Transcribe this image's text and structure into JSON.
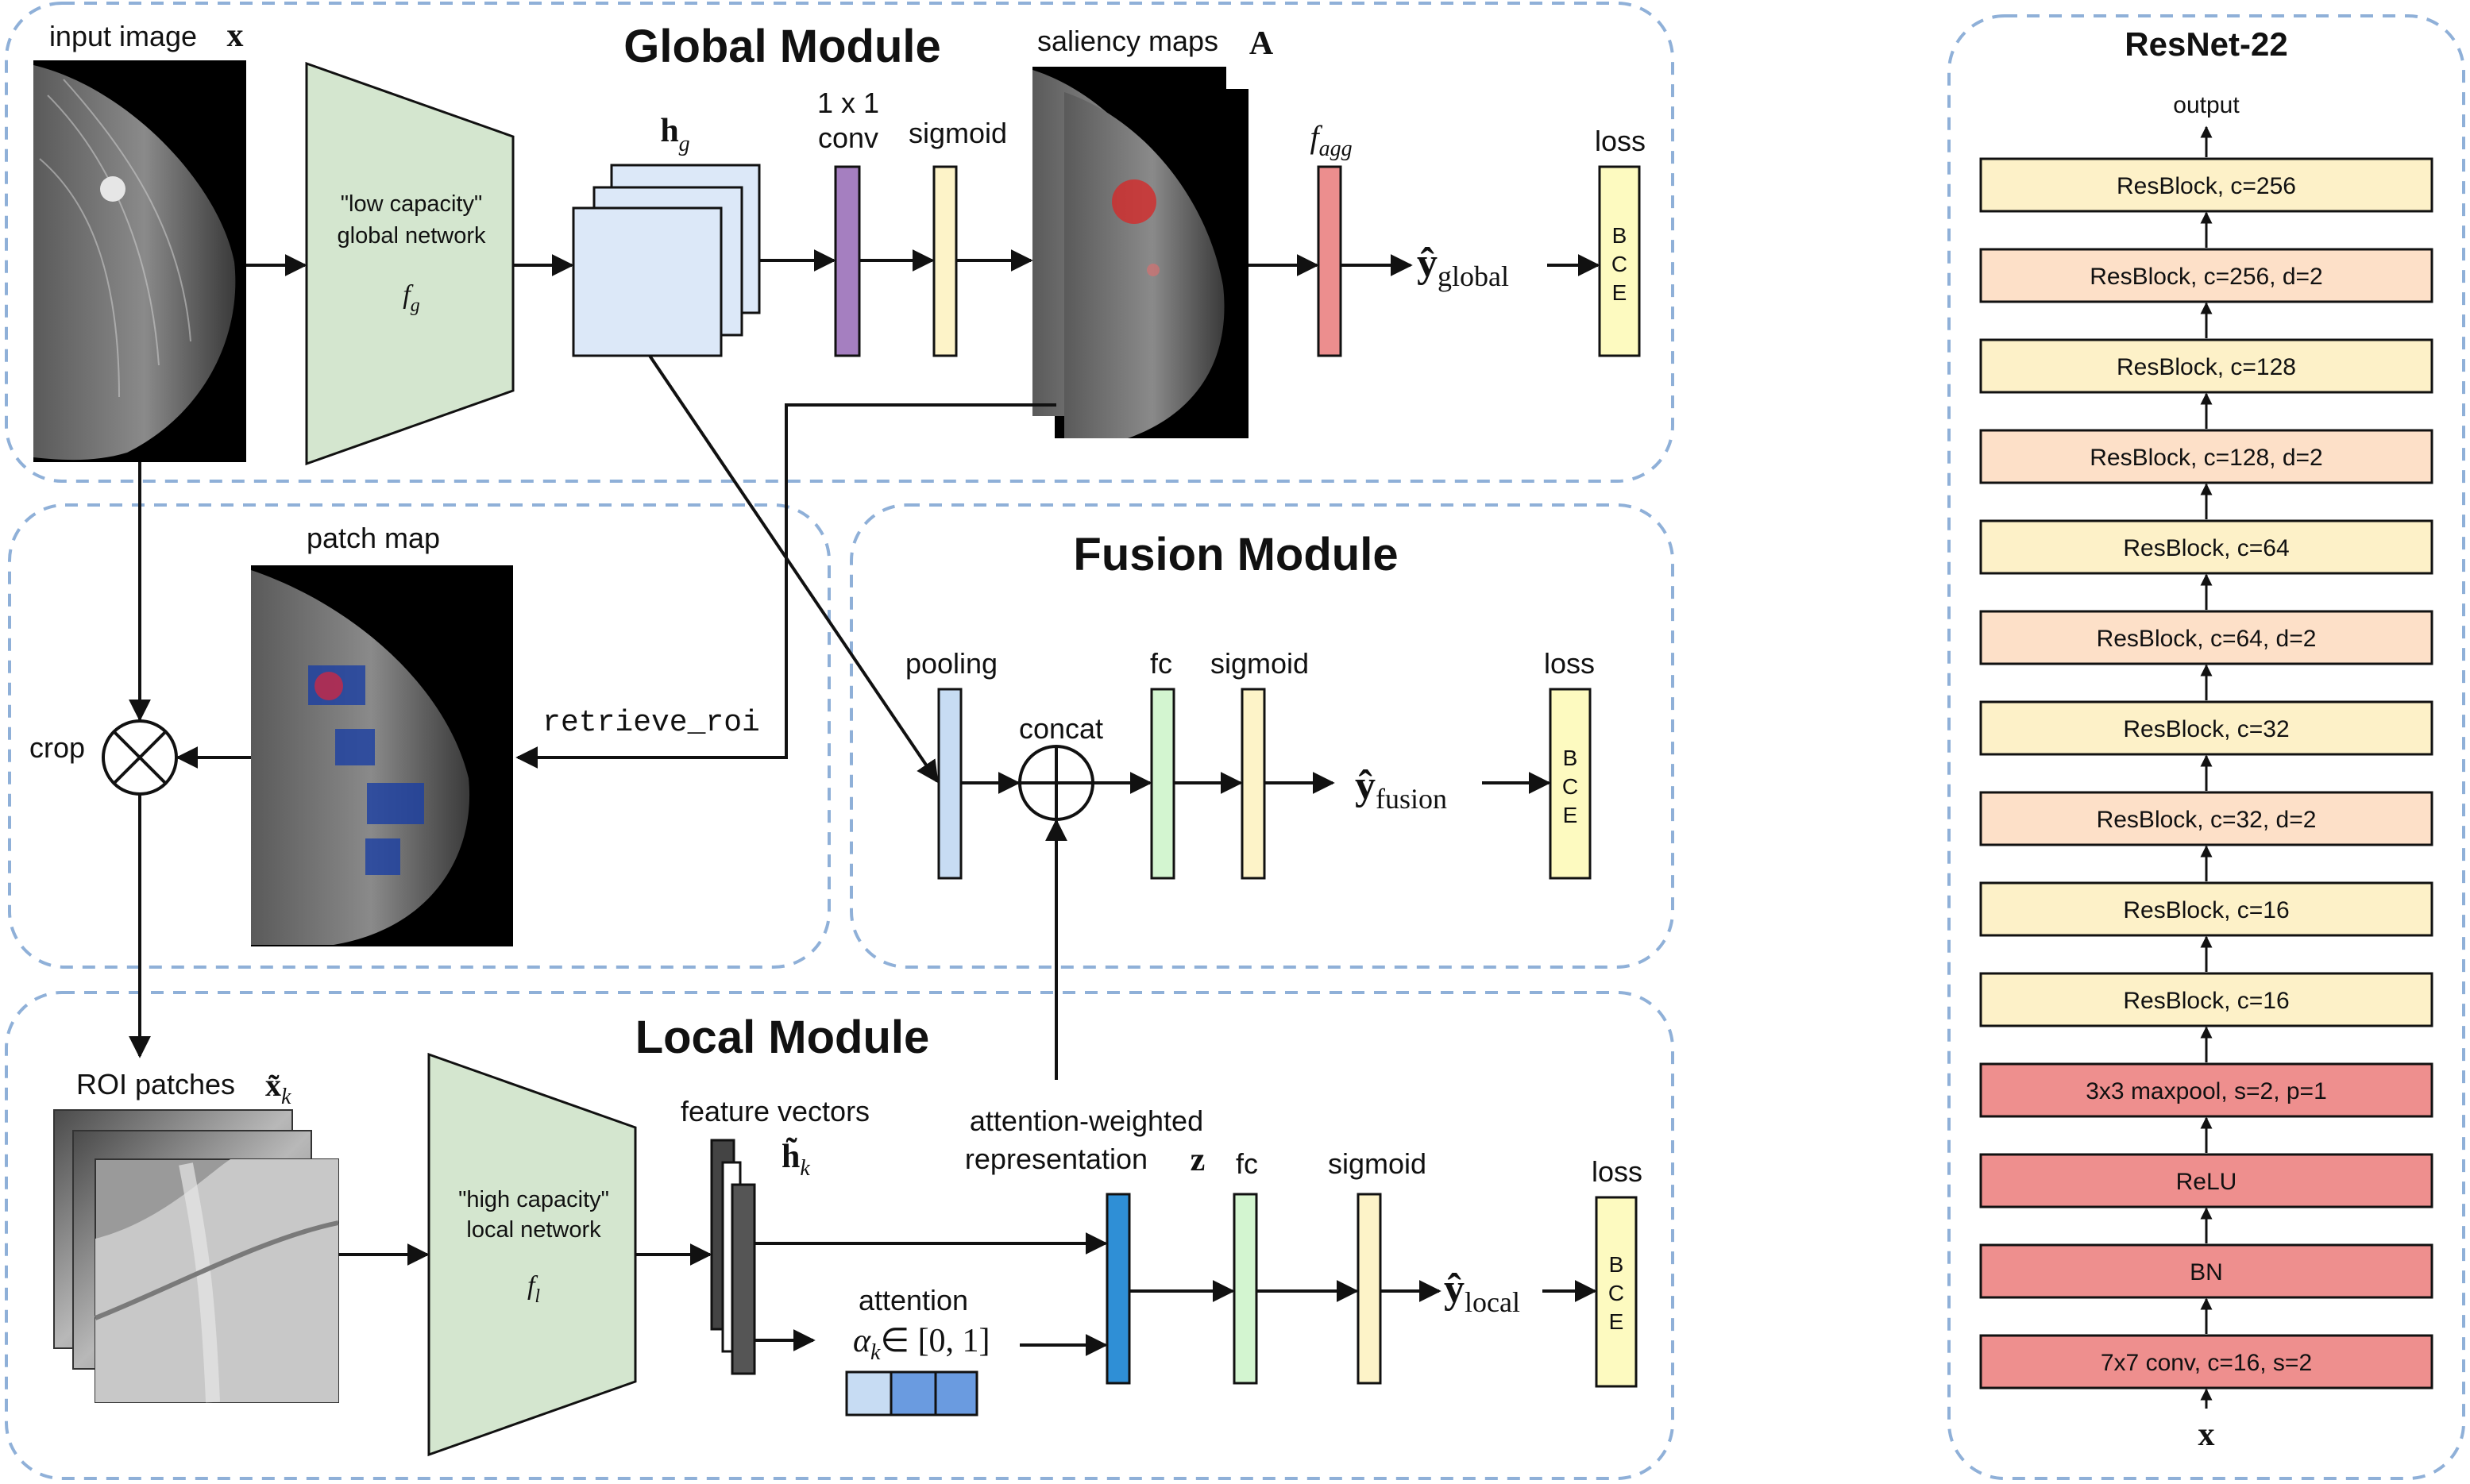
{
  "global_module": {
    "title": "Global Module",
    "input_label": "input image",
    "input_symbol": "x",
    "global_network_lines": [
      "\"low capacity\"",
      "global network"
    ],
    "global_network_fn": "f",
    "global_network_fn_sub": "g",
    "hg_symbol": "h",
    "hg_sub": "g",
    "conv_lines": [
      "1 x 1",
      "conv"
    ],
    "sigmoid_label": "sigmoid",
    "saliency_label": "saliency maps",
    "saliency_symbol": "A",
    "fagg_symbol": "f",
    "fagg_sub": "agg",
    "y_hat": "ŷ",
    "y_global_sub": "global",
    "loss_label": "loss",
    "bce_letters": [
      "B",
      "C",
      "E"
    ]
  },
  "patch_module": {
    "patch_map_label": "patch map",
    "retrieve_label": "retrieve_roi",
    "crop_label": "crop"
  },
  "fusion_module": {
    "title": "Fusion Module",
    "pooling_label": "pooling",
    "concat_label": "concat",
    "fc_label": "fc",
    "sigmoid_label": "sigmoid",
    "y_fusion_sub": "fusion",
    "loss_label": "loss"
  },
  "local_module": {
    "title": "Local Module",
    "roi_label": "ROI patches",
    "roi_symbol": "x̃",
    "roi_sub": "k",
    "local_network_lines": [
      "\"high capacity\"",
      "local network"
    ],
    "local_network_fn": "f",
    "local_network_fn_sub": "l",
    "feature_vectors_label": "feature vectors",
    "hk_symbol": "h̃",
    "hk_sub": "k",
    "attention_weighted_lines": [
      "attention-weighted",
      "representation"
    ],
    "z_symbol": "z",
    "fc_label": "fc",
    "sigmoid_label": "sigmoid",
    "attention_label": "attention",
    "alpha_symbol": "α",
    "alpha_sub": "k",
    "alpha_range": "∈ [0, 1]",
    "y_local_sub": "local",
    "loss_label": "loss"
  },
  "resnet": {
    "title": "ResNet-22",
    "output_label": "output",
    "input_symbol": "x",
    "blocks": [
      {
        "label": "ResBlock, c=256",
        "kind": "res"
      },
      {
        "label": "ResBlock, c=256, d=2",
        "kind": "resdown"
      },
      {
        "label": "ResBlock, c=128",
        "kind": "res"
      },
      {
        "label": "ResBlock, c=128, d=2",
        "kind": "resdown"
      },
      {
        "label": "ResBlock, c=64",
        "kind": "res"
      },
      {
        "label": "ResBlock, c=64, d=2",
        "kind": "resdown"
      },
      {
        "label": "ResBlock, c=32",
        "kind": "res"
      },
      {
        "label": "ResBlock, c=32, d=2",
        "kind": "resdown"
      },
      {
        "label": "ResBlock, c=16",
        "kind": "res"
      },
      {
        "label": "ResBlock, c=16",
        "kind": "res"
      },
      {
        "label": "3x3 maxpool, s=2, p=1",
        "kind": "stem"
      },
      {
        "label": "ReLU",
        "kind": "stem"
      },
      {
        "label": "BN",
        "kind": "stem"
      },
      {
        "label": "7x7 conv, c=16, s=2",
        "kind": "stem"
      }
    ]
  },
  "colors": {
    "module_border": "#8fb0d8",
    "network_fill": "#d4e6cf",
    "feature_map_fill": "#dce8f8",
    "conv_fill": "#a57fc0",
    "sigmoid_fill": "#fdf3c8",
    "agg_fill": "#ec8e8e",
    "bce_fill": "#fdfac0",
    "pooling_fill": "#c7dcf3",
    "fc_fill": "#d3f5d0",
    "z_fill": "#2f8fd6",
    "res_fill": "#fdf1c8",
    "resdown_fill": "#fde0c8",
    "stem_fill": "#ee8f8e"
  }
}
